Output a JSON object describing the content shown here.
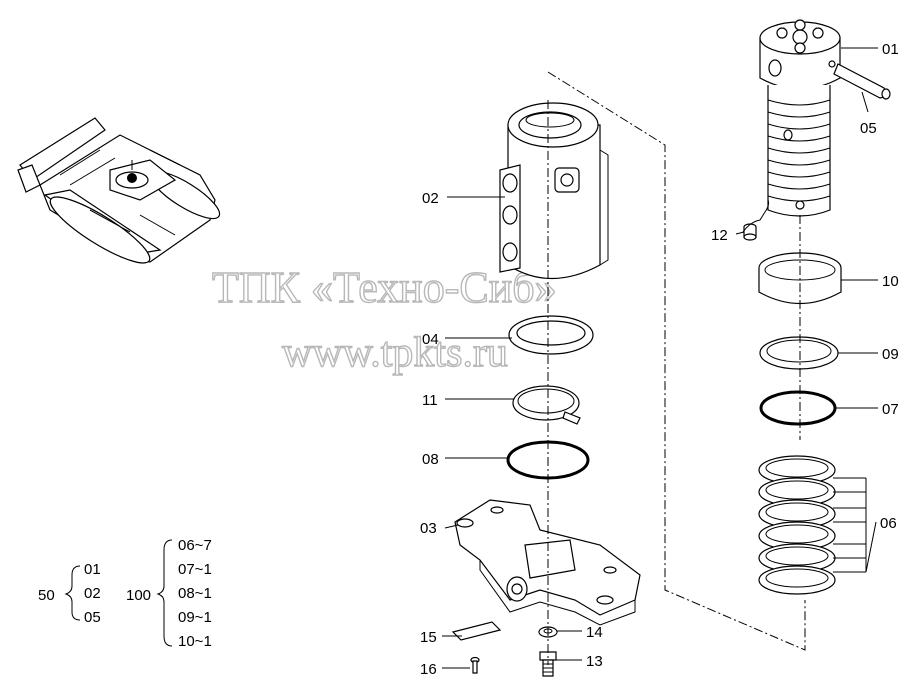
{
  "watermark": {
    "company": "ТПК «Техно-Сиб»",
    "site": "www.tpkts.ru"
  },
  "callouts": [
    {
      "id": "01",
      "text": "01"
    },
    {
      "id": "02",
      "text": "02"
    },
    {
      "id": "03",
      "text": "03"
    },
    {
      "id": "04",
      "text": "04"
    },
    {
      "id": "05",
      "text": "05"
    },
    {
      "id": "06",
      "text": "06"
    },
    {
      "id": "07",
      "text": "07"
    },
    {
      "id": "08",
      "text": "08"
    },
    {
      "id": "09",
      "text": "09"
    },
    {
      "id": "10",
      "text": "10"
    },
    {
      "id": "11",
      "text": "11"
    },
    {
      "id": "12",
      "text": "12"
    },
    {
      "id": "13",
      "text": "13"
    },
    {
      "id": "14",
      "text": "14"
    },
    {
      "id": "15",
      "text": "15"
    },
    {
      "id": "16",
      "text": "16"
    }
  ],
  "legend": {
    "group50": {
      "key": "50",
      "items": [
        "01",
        "02",
        "05"
      ]
    },
    "group100": {
      "key": "100",
      "items": [
        "06~7",
        "07~1",
        "08~1",
        "09~1",
        "10~1"
      ]
    }
  }
}
